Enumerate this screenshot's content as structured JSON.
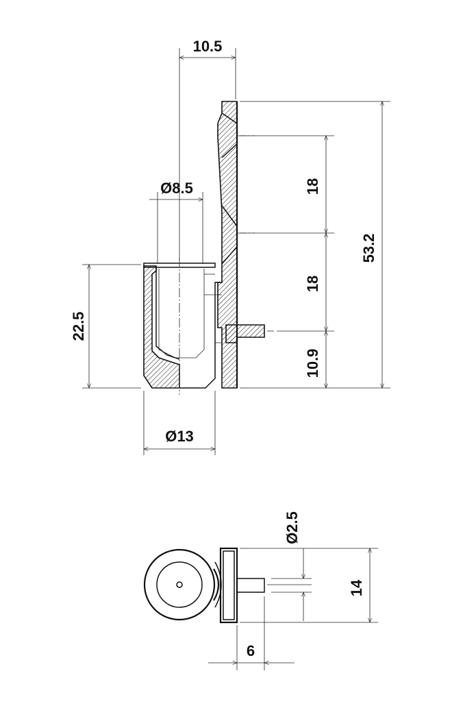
{
  "dimensions": {
    "top_width": "10.5",
    "inner_diameter": "Ø8.5",
    "height_left": "22.5",
    "outer_diameter": "Ø13",
    "segment_upper": "18",
    "segment_middle": "18",
    "segment_lower": "10.9",
    "total_height": "53.2",
    "pin_diameter": "Ø2.5",
    "plate_height": "14",
    "pin_length": "6"
  },
  "colors": {
    "line": "#111111",
    "background": "#ffffff"
  }
}
